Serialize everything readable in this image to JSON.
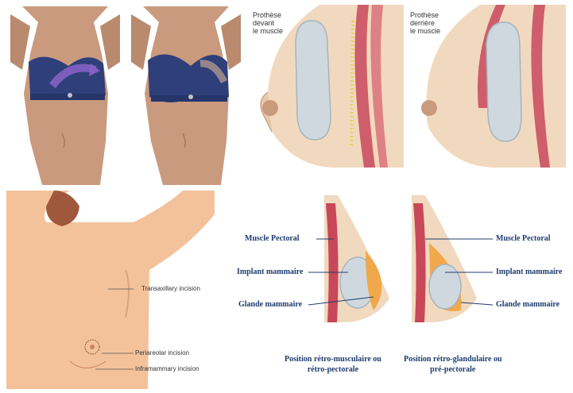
{
  "panels": {
    "torso_before": {
      "icon": "torso-bra-before-illustration"
    },
    "torso_after": {
      "icon": "torso-bra-after-illustration"
    },
    "section_front": {
      "label": "Prothèse\ndevant\nle muscle"
    },
    "section_behind": {
      "label": "Prothèse\nderrière\nle muscle"
    },
    "incisions": {
      "transaxillary": "Transaxillary incision",
      "periareolar": "Periareolar incision",
      "inframammary": "Inframammary incision"
    },
    "diagram": {
      "left_labels": {
        "muscle": "Muscle Pectoral",
        "implant": "Implant mammaire",
        "gland": "Glande mammaire"
      },
      "right_labels": {
        "muscle": "Muscle Pectoral",
        "implant": "Implant mammaire",
        "gland": "Glande mammaire"
      },
      "caption_left": "Position rétro-musculaire ou\nrétro-pectorale",
      "caption_right": "Position rétro-glandulaire ou\npré-pectorale"
    }
  },
  "colors": {
    "skin": "#c99a7e",
    "bra": "#2e3f7a",
    "arrow": "#8a63c8",
    "tissue": "#f1d9bf",
    "implant": "#cfd8de",
    "muscle": "#c8485a",
    "gland": "#f0a84a",
    "label_blue": "#1f3b6e"
  }
}
